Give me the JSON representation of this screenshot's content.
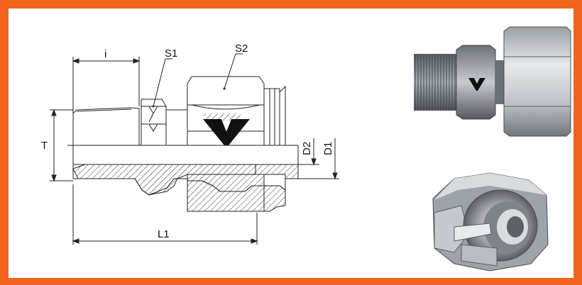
{
  "labels": {
    "i": "i",
    "s1": "S1",
    "s2": "S2",
    "t": "T",
    "d2": "D2",
    "d1": "D1",
    "l1": "L1"
  },
  "colors": {
    "frame": "#f0641e",
    "line": "#222222",
    "logo": "#111111",
    "metal_light": "#c9ccd1",
    "metal_mid": "#8e9399",
    "metal_dark": "#4a4e54"
  },
  "icons": {
    "logo": "v-logo-icon",
    "photo_top": "fitting-photo-icon",
    "photo_bottom": "nut-cutaway-photo-icon"
  }
}
